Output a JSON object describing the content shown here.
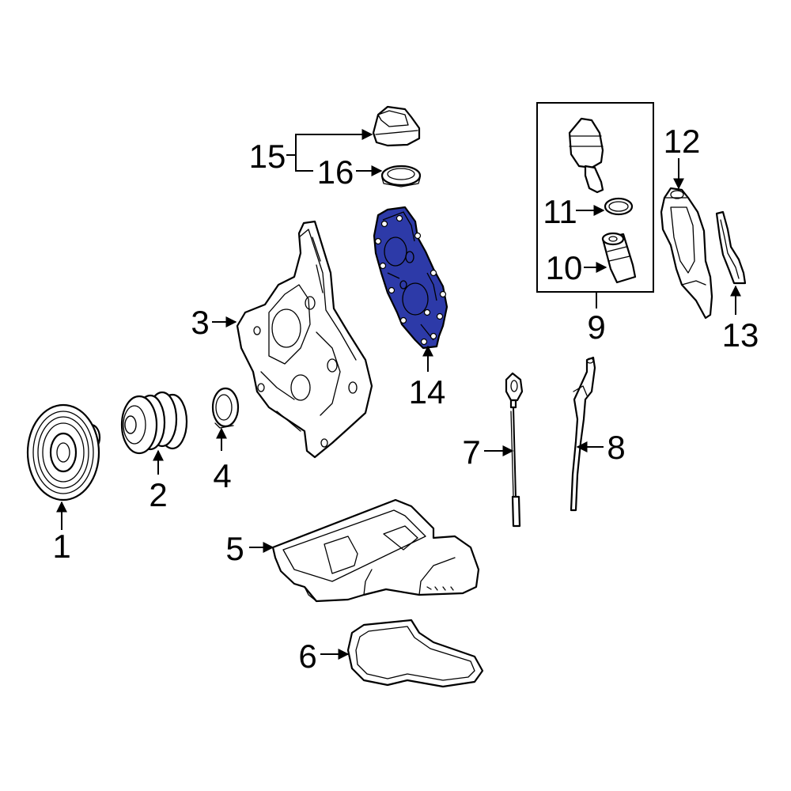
{
  "highlight_color": "#2d3aa8",
  "line_color": "#000000",
  "callouts": {
    "c1": "1",
    "c2": "2",
    "c3": "3",
    "c4": "4",
    "c5": "5",
    "c6": "6",
    "c7": "7",
    "c8": "8",
    "c9": "9",
    "c10": "10",
    "c11": "11",
    "c12": "12",
    "c13": "13",
    "c14": "14",
    "c15": "15",
    "c16": "16"
  },
  "highlighted_part": "14"
}
